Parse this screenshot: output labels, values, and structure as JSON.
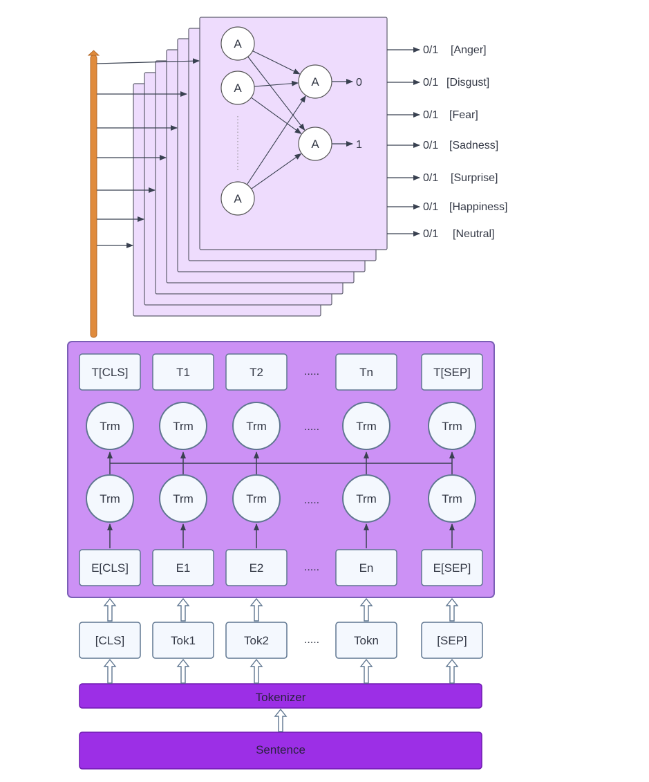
{
  "colors": {
    "bert_fill": "#cc91f5",
    "bert_stroke": "#7a5fb5",
    "layer_fill": "#eedcfd",
    "layer_stroke": "#5e5e6e",
    "node_fill": "#f4f8fe",
    "node_stroke": "#5f7690",
    "bar_fill": "#9c2fe6",
    "bar_stroke": "#6e1ab1",
    "spine": "#e08b3c",
    "arrow": "#394150"
  },
  "classifier": {
    "nodes": {
      "input_label": "A",
      "hidden_label": "A",
      "output_labels": [
        "0",
        "1"
      ]
    },
    "outputs": [
      {
        "value": "0/1",
        "emotion": "[Anger]"
      },
      {
        "value": "0/1",
        "emotion": "[Disgust]"
      },
      {
        "value": "0/1",
        "emotion": "[Fear]"
      },
      {
        "value": "0/1",
        "emotion": "[Sadness]"
      },
      {
        "value": "0/1",
        "emotion": "[Surprise]"
      },
      {
        "value": "0/1",
        "emotion": "[Happiness]"
      },
      {
        "value": "0/1",
        "emotion": "[Neutral]"
      }
    ]
  },
  "bert": {
    "outputs": [
      "T[CLS]",
      "T1",
      "T2",
      ".....",
      "Tn",
      "T[SEP]"
    ],
    "trm_label": "Trm",
    "ellipsis": ".....",
    "embeddings": [
      "E[CLS]",
      "E1",
      "E2",
      ".....",
      "En",
      "E[SEP]"
    ]
  },
  "tokens": [
    "[CLS]",
    "Tok1",
    "Tok2",
    ".....",
    "Tokn",
    "[SEP]"
  ],
  "tokenizer_label": "Tokenizer",
  "sentence_label": "Sentence"
}
